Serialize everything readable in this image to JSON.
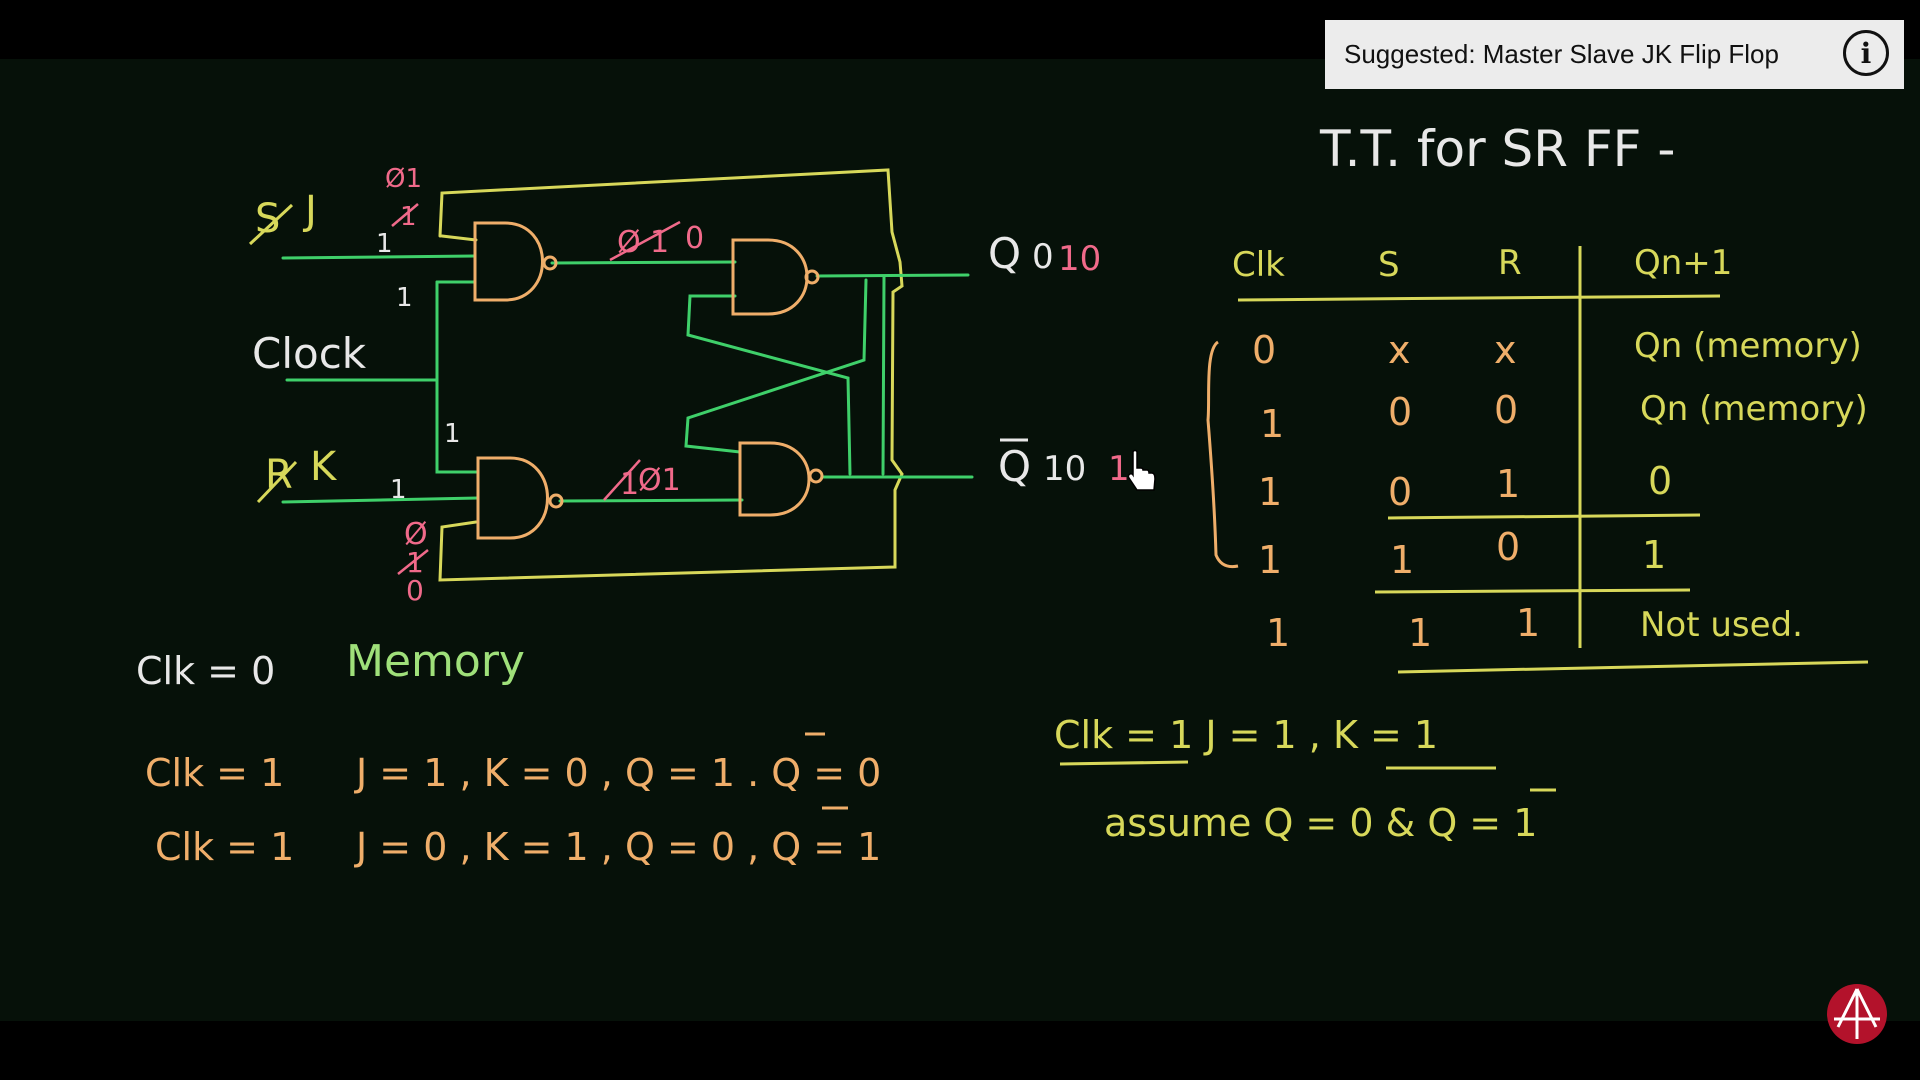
{
  "suggestion": {
    "text": "Suggested: Master Slave JK Flip Flop",
    "icon": "info-icon"
  },
  "colors": {
    "board": "#061109",
    "green": "#3fd06a",
    "yellow": "#d7d85a",
    "orange": "#efae6a",
    "pink": "#f06a8a",
    "white": "#e8e8e8",
    "lightgreen": "#9fe07a"
  },
  "circuit": {
    "input_s": "S",
    "input_j": "J",
    "input_r": "R",
    "input_k": "K",
    "clock": "Clock",
    "out_q": "Q",
    "out_qbar": "Q",
    "q_white": "0",
    "q_pink": "10",
    "qbar_white": "10",
    "qbar_pink": "1",
    "top_feed": "Ø1",
    "top_feed_strike": "1",
    "j_in": "1",
    "clk_top": "1",
    "clk_bottom": "1",
    "k_in": "1",
    "top_mid": "Ø",
    "top_mid_strike": "1",
    "top_mid_end": "0",
    "bot_mid_strike": "1",
    "bot_mid": "Ø1",
    "bot_feed": "Ø",
    "bot_feed_strike": "1",
    "bot_feed_end": "0"
  },
  "notes": {
    "clk0": "Clk = 0",
    "memory": "Memory",
    "line1_clk": "Clk = 1",
    "line1": "J = 1 , K = 0 , Q = 1 . Q = 0",
    "line2_clk": "Clk = 1",
    "line2": "J = 0 , K = 1 , Q = 0 , Q = 1",
    "clk1_j1k1": "Clk = 1   J = 1 , K = 1",
    "assume": "assume  Q = 0  &  Q = 1"
  },
  "truth_table": {
    "title": "T.T. for SR FF -",
    "headers": [
      "Clk",
      "S",
      "R",
      "Qn+1"
    ],
    "rows": [
      [
        "0",
        "x",
        "x",
        "Qn (memory)"
      ],
      [
        "1",
        "0",
        "0",
        "Qn (memory)"
      ],
      [
        "1",
        "0",
        "1",
        "0"
      ],
      [
        "1",
        "1",
        "0",
        "1"
      ],
      [
        "1",
        "1",
        "1",
        "Not used."
      ]
    ]
  }
}
